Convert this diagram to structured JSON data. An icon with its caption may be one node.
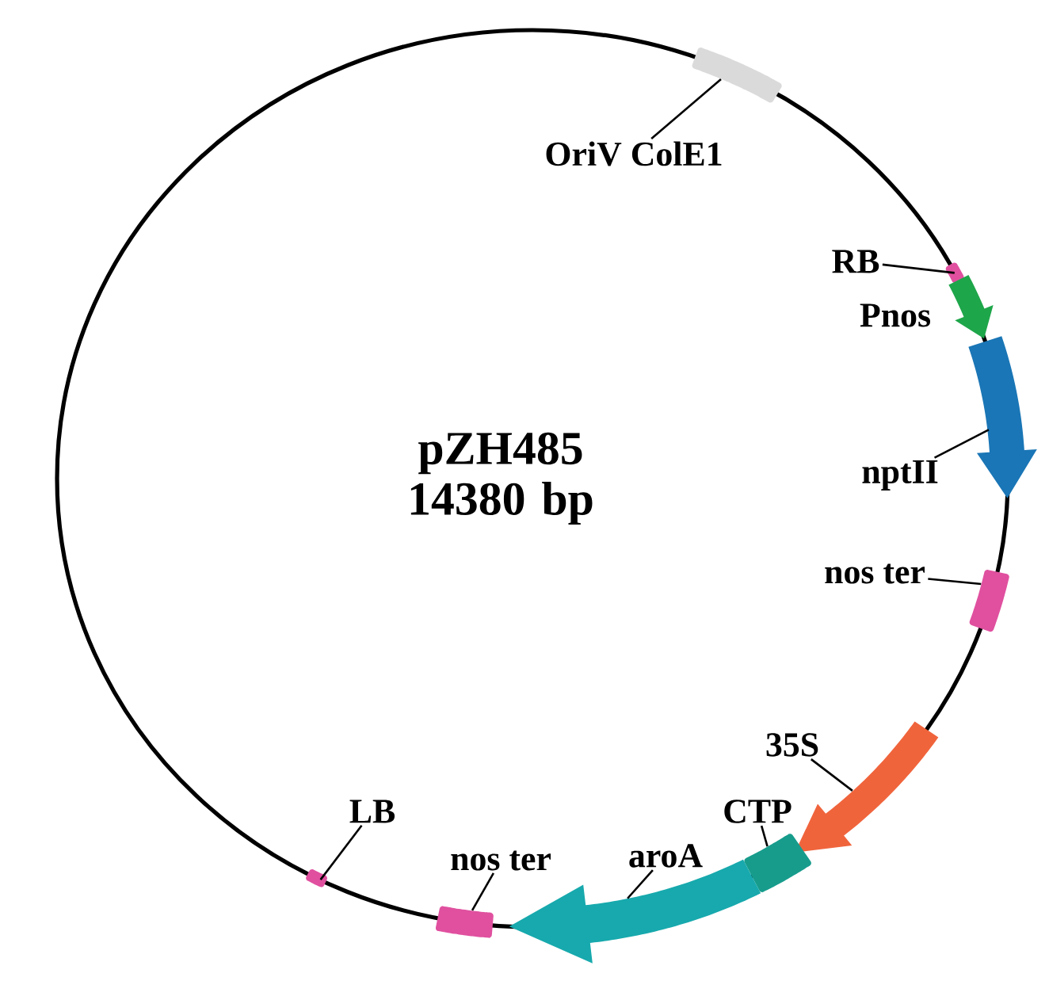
{
  "diagram": {
    "nodes": [
      {
        "text": [
          "OriV ColE1"
        ]
      },
      {
        "text": [],
        "shape": "box"
      },
      {
        "text": [
          "RB"
        ]
      },
      {
        "text": [],
        "shape": "ellipse"
      },
      {
        "text": [],
        "shape": "arrow",
        "beside": [
          "Pnos"
        ]
      },
      {
        "text": [],
        "shape": "arrow"
      },
      {
        "text": [
          "nptII"
        ]
      },
      {
        "text": [
          "nos ter"
        ]
      },
      {
        "text": [],
        "shape": "box"
      },
      {
        "text": [
          "35S"
        ]
      },
      {
        "text": [],
        "shape": "arrow"
      },
      {
        "text": [
          "CTP"
        ]
      },
      {
        "text": [],
        "shape": "box"
      },
      {
        "text": [
          "aroA"
        ]
      },
      {
        "text": [],
        "shape": "arrow"
      },
      {
        "text": [
          "LB"
        ]
      },
      {
        "text": [],
        "shape": "ellipse"
      },
      {
        "text": [
          "nos ter"
        ]
      },
      {
        "text": [],
        "shape": "box"
      }
    ],
    "edges": [
      {
        "from": 0,
        "to": 1,
        "arrow": "none"
      },
      {
        "from": 2,
        "to": 3,
        "arrow": "none"
      },
      {
        "from": 6,
        "to": 5,
        "arrow": "none"
      },
      {
        "from": 7,
        "to": 8,
        "arrow": "none"
      },
      {
        "from": 9,
        "to": 10,
        "arrow": "none"
      },
      {
        "from": 11,
        "to": 12,
        "arrow": "none"
      },
      {
        "from": 13,
        "to": 14,
        "arrow": "none"
      },
      {
        "from": 15,
        "to": 16,
        "arrow": "none"
      },
      {
        "from": 17,
        "to": 18,
        "arrow": "none"
      }
    ],
    "labels": [
      "pZH485 14380 bp"
    ]
  }
}
